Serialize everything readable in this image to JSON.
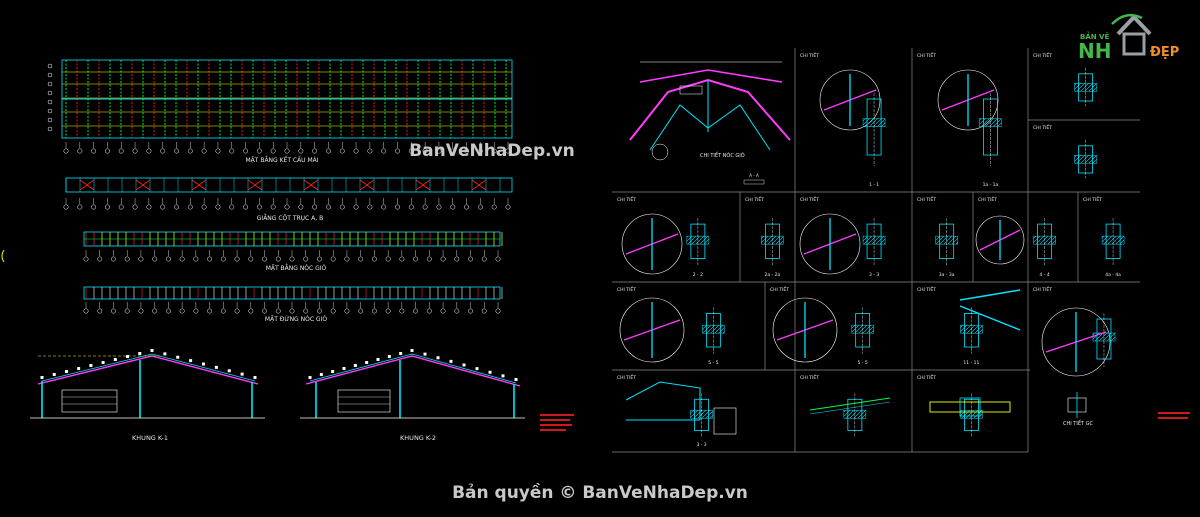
{
  "left_sheet": {
    "plan_titles": [
      "MẶT BẰNG KẾT CẤU MÁI",
      "GIẰNG CỘT TRỤC A, B",
      "MẶT BẰNG NÓC GIÓ",
      "MẶT ĐỨNG NÓC GIÓ"
    ],
    "frame_titles": [
      "KHUNG K-1",
      "KHUNG K-2"
    ]
  },
  "right_sheet": {
    "detail_heading": "CHI TIẾT",
    "ridge_detail_title": "CHI TIẾT NÓC GIÓ",
    "section_labels": [
      "A - A",
      "1 - 1",
      "1a - 1a",
      "2 - 2",
      "2a - 2a",
      "3 - 3",
      "3a - 3a",
      "4 - 4",
      "4a - 4a",
      "5 - 5",
      "5 - 5",
      "11 - 11",
      "3 - 3"
    ],
    "detail_gc_title": "CHI TIẾT GC"
  },
  "watermark": {
    "center": "BanVeNhaDep.vn",
    "copyright": "Bản quyền © BanVeNhaDep.vn"
  },
  "logo": {
    "top": "BẢN VẼ",
    "left": "NH",
    "right": "ĐẸP",
    "colors": {
      "green": "#45b649",
      "orange": "#f28c28",
      "gray": "#9aa0a6"
    }
  },
  "colors": {
    "cyan": "#00e5ff",
    "red": "#ff2020",
    "green": "#00ff40",
    "yellow": "#ffff00",
    "magenta": "#ff3cff",
    "white": "#ffffff",
    "gray": "#8c8c8c",
    "blue": "#3aa0ff"
  }
}
